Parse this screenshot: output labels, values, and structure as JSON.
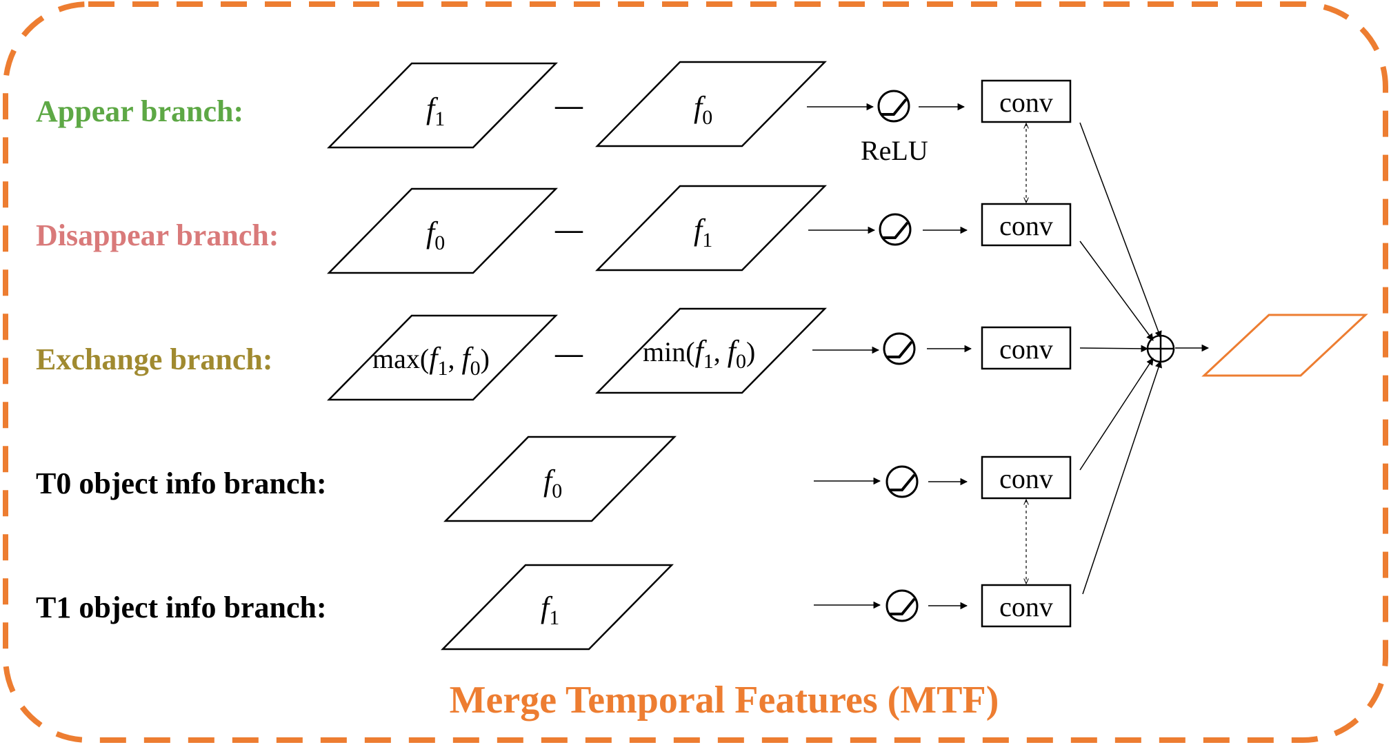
{
  "title": "Merge Temporal Features (MTF)",
  "colors": {
    "accent": "#ED7D31",
    "appear": "#5DA845",
    "disappear": "#D97A7A",
    "exchange": "#A08A30",
    "text": "#000000"
  },
  "branches": [
    {
      "label": "Appear branch:",
      "color": "appear",
      "left": {
        "base": "f",
        "sub": "1"
      },
      "right": {
        "base": "f",
        "sub": "0"
      }
    },
    {
      "label": "Disappear branch:",
      "color": "disappear",
      "left": {
        "base": "f",
        "sub": "0"
      },
      "right": {
        "base": "f",
        "sub": "1"
      }
    },
    {
      "label": "Exchange branch:",
      "color": "exchange",
      "left": {
        "fn": "max",
        "a": "f",
        "a_sub": "1",
        "b": "f",
        "b_sub": "0"
      },
      "right": {
        "fn": "min",
        "a": "f",
        "a_sub": "1",
        "b": "f",
        "b_sub": "0"
      }
    },
    {
      "label": "T0 object info branch:",
      "color": "text",
      "single": {
        "base": "f",
        "sub": "0"
      }
    },
    {
      "label": "T1 object info branch:",
      "color": "text",
      "single": {
        "base": "f",
        "sub": "1"
      }
    }
  ],
  "minus_symbol": "—",
  "relu_label": "ReLU",
  "conv_label": "conv",
  "icons": [
    "relu-icon",
    "sum-icon",
    "arrow-icon",
    "output-feature-map-icon"
  ]
}
